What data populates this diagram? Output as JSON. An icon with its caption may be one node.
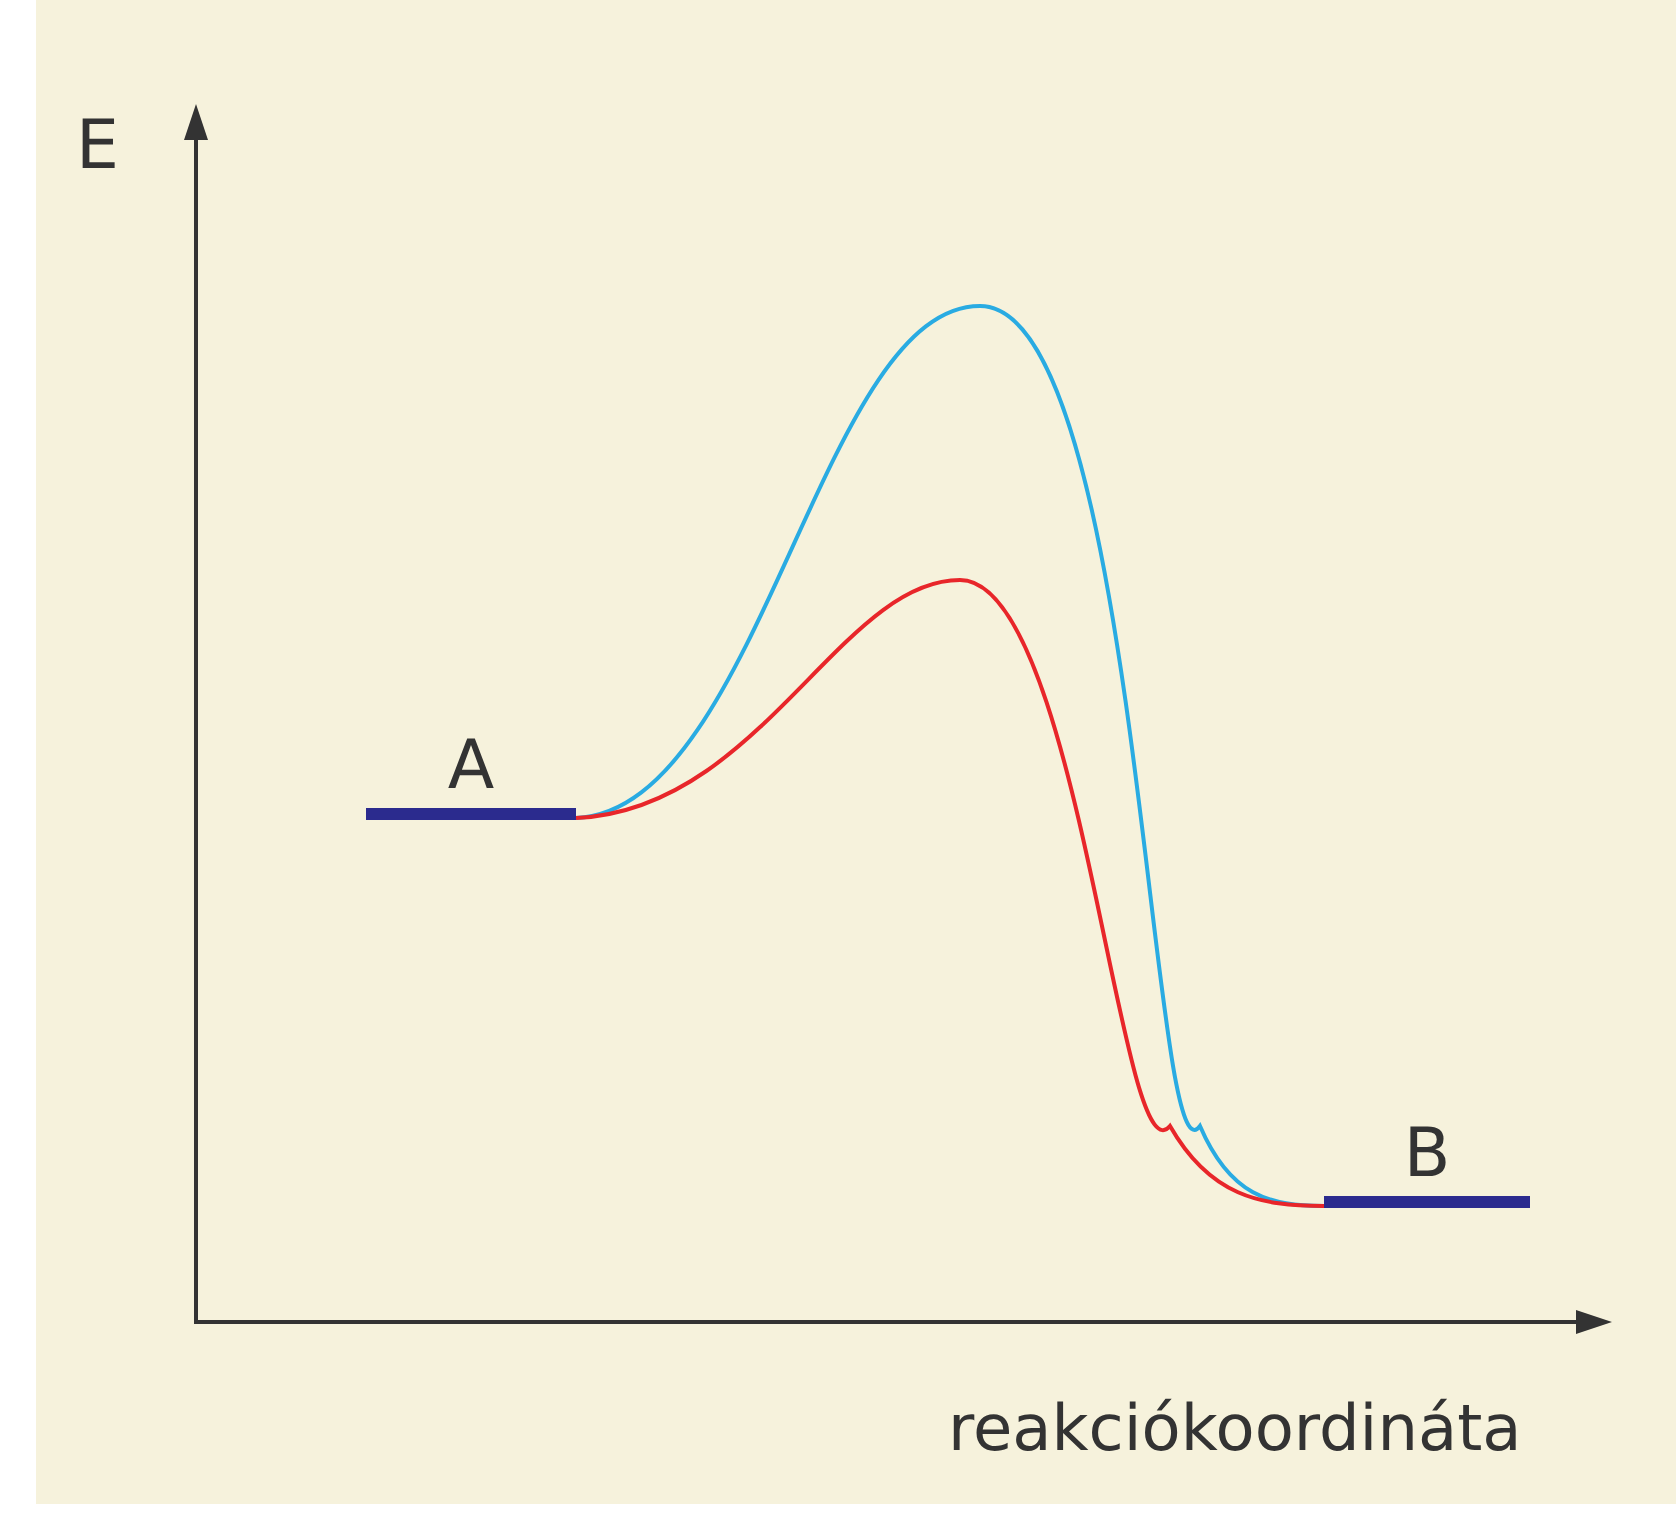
{
  "diagram": {
    "nodes": [
      {
        "text": [
          "A"
        ]
      },
      {
        "text": [
          "B"
        ]
      }
    ],
    "edges": [
      {
        "from": 0,
        "to": 1,
        "arrow": "none",
        "color": "#29abe2"
      },
      {
        "from": 0,
        "to": 1,
        "arrow": "none",
        "color": "#e8262a"
      }
    ],
    "labels": [
      "E",
      "reakciókoordináta"
    ]
  }
}
